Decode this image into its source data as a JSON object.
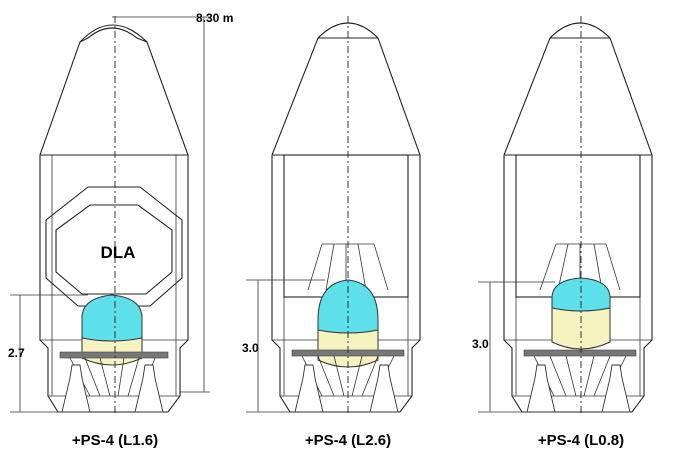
{
  "configurations": [
    {
      "caption": "+PS-4 (L1.6)",
      "height_dim": "2.7",
      "inner_label": "DLA"
    },
    {
      "caption": "+PS-4 (L2.6)",
      "height_dim": "3.0"
    },
    {
      "caption": "+PS-4 (L0.8)",
      "height_dim": "3.0"
    }
  ],
  "overall_height": "8.30 m",
  "colors": {
    "tank_upper": "#5ee0ea",
    "tank_lower": "#f5f3bf"
  }
}
